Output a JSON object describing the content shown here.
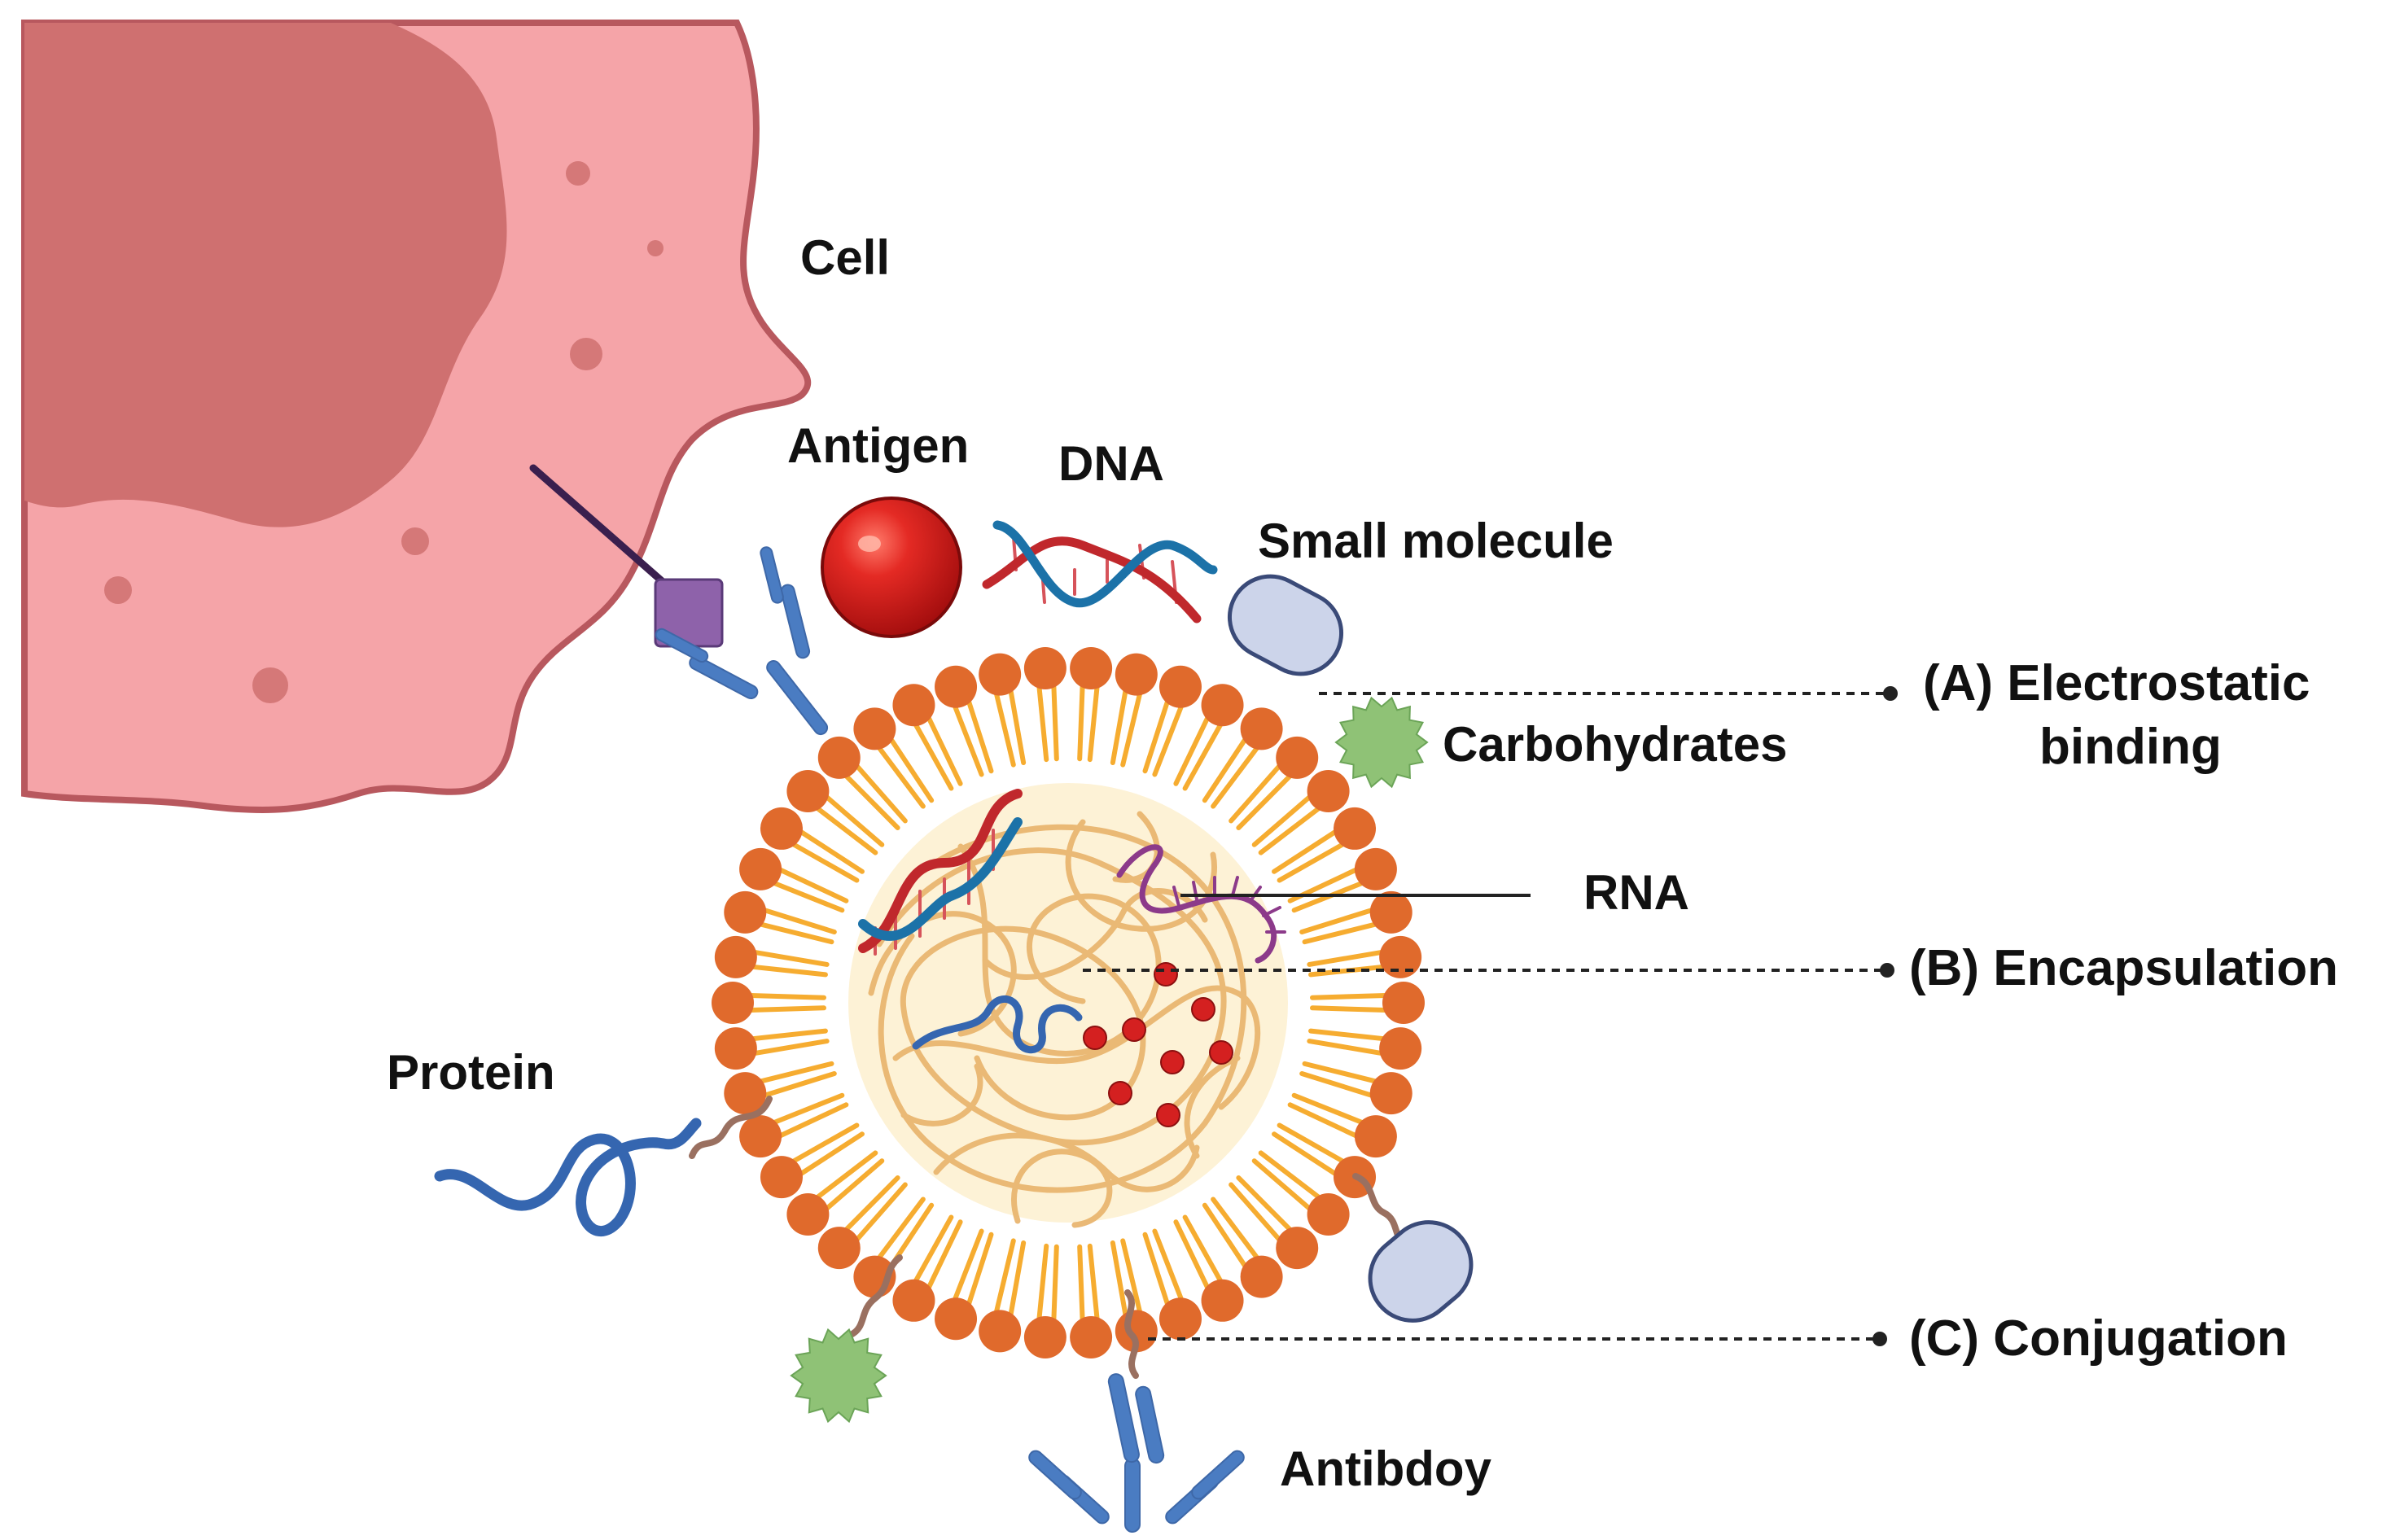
{
  "labels": {
    "cell": "Cell",
    "antigen": "Antigen",
    "dna": "DNA",
    "small_molecule": "Small molecule",
    "carbohydrates": "Carbohydrates",
    "rna": "RNA",
    "protein": "Protein",
    "antibody": "Antibdoy"
  },
  "methods": {
    "a_line1": "(A) Electrostatic",
    "a_line2": "binding",
    "b": "(B) Encapsulation",
    "c": "(C) Conjugation"
  },
  "colors": {
    "cell_body": "#F5A4A8",
    "cell_outline": "#B8585E",
    "nucleus": "#CF7070",
    "lipid_head": "#E06A2C",
    "lipid_tail": "#F6AC30",
    "core_fill": "#FDF2D6",
    "core_strands": "#E9B670",
    "antigen_red": "#D42020",
    "dna_red": "#C0282C",
    "dna_blue": "#1C72A8",
    "rna_purple": "#8C3A8A",
    "protein_blue": "#3566B0",
    "antibody_blue": "#4A7CC2",
    "receptor_purple": "#8E62AA",
    "small_molecule_fill": "#CCD4EA",
    "small_molecule_outline": "#3A4A78",
    "carbohydrate_green": "#8FC276",
    "linker_brown": "#9A7060",
    "guide_line": "#222222"
  },
  "icons": [
    "cell-icon",
    "antigen-sphere-icon",
    "dna-helix-icon",
    "small-molecule-icon",
    "carbohydrate-icon",
    "rna-strand-icon",
    "protein-icon",
    "antibody-icon",
    "receptor-icon",
    "liposome-icon"
  ]
}
